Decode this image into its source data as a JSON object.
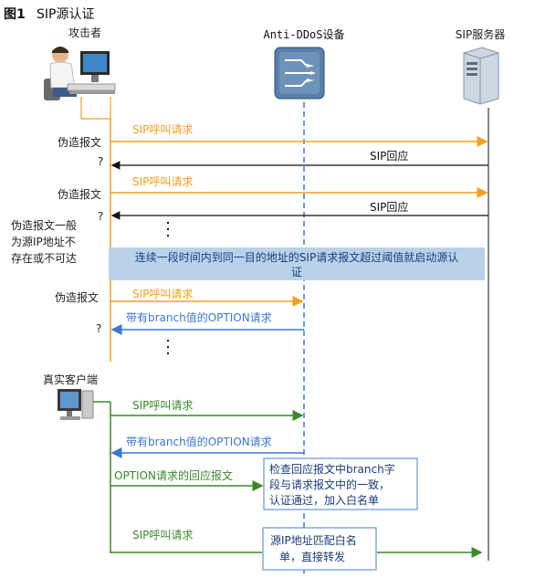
{
  "figure": {
    "label": "图1",
    "title": "SIP源认证"
  },
  "actors": {
    "attacker": "攻击者",
    "device": "Anti-DDoS设备",
    "server": "SIP服务器",
    "client": "真实客户端"
  },
  "side_labels": {
    "forged1": "伪造报文",
    "q1": "?",
    "forged2": "伪造报文",
    "q2": "?",
    "forged_note": [
      "伪造报文一般",
      "为源IP地址不",
      "存在或不可达"
    ],
    "forged3": "伪造报文",
    "q3": "?"
  },
  "messages": {
    "sip_call_1": "SIP呼叫请求",
    "sip_reply_1": "SIP回应",
    "sip_call_2": "SIP呼叫请求",
    "sip_reply_2": "SIP回应",
    "sip_call_3": "SIP呼叫请求",
    "option_1": "带有branch值的OPTION请求",
    "sip_call_4": "SIP呼叫请求",
    "option_2": "带有branch值的OPTION请求",
    "option_reply": "OPTION请求的回应报文",
    "sip_call_5": "SIP呼叫请求"
  },
  "banner": {
    "line1": "连续一段时间内到同一目的地址的SIP请求报文超过阈值就启动源认",
    "line2": "证"
  },
  "box_check": {
    "line1": "检查回应报文中branch字",
    "line2": "段与请求报文中的一致，",
    "line3": "认证通过，加入白名单"
  },
  "box_forward": {
    "line1": "源IP地址匹配白名",
    "line2": "单，直接转发"
  },
  "colors": {
    "orange": "#f0a020",
    "blue": "#3a78d0",
    "green": "#3a8a2a",
    "banner_fill": "#b9d2ea",
    "box_border": "#4a7fd0"
  }
}
